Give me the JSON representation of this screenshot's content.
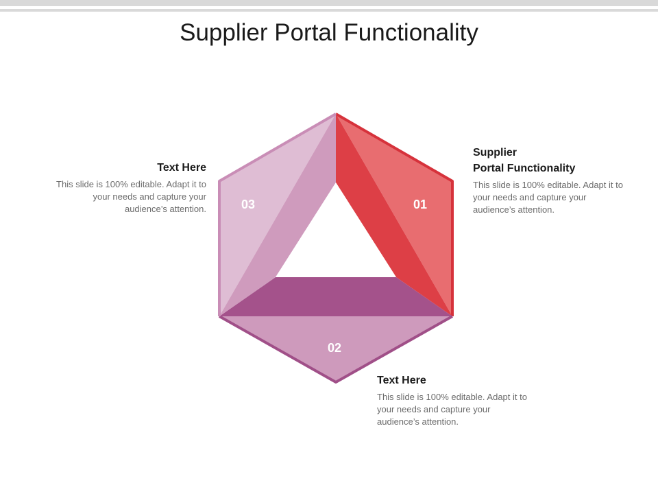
{
  "title": "Supplier Portal Functionality",
  "segments": [
    {
      "number": "01",
      "heading_line1": "Supplier",
      "heading_line2": "Portal Functionality",
      "body": "This slide is 100% editable. Adapt it to your needs and capture your audience’s attention.",
      "color": "#e05a5e"
    },
    {
      "number": "02",
      "heading": "Text Here",
      "body": "This slide is 100% editable. Adapt it to your needs and capture your audience’s attention.",
      "color": "#a4528b"
    },
    {
      "number": "03",
      "heading": "Text Here",
      "body": "This slide is 100% editable. Adapt it to your needs and capture your audience’s attention.",
      "color": "#cf9bbd"
    }
  ]
}
